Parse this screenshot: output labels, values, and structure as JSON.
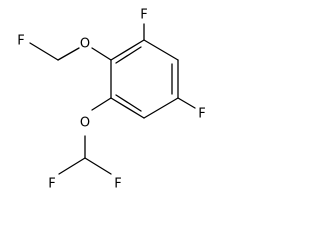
{
  "atoms": {
    "f_top": "F",
    "o_upper": "O",
    "f_fluoromethyl": "F",
    "f_right": "F",
    "o_lower": "O",
    "f_bottom_left": "F",
    "f_bottom_right": "F"
  }
}
